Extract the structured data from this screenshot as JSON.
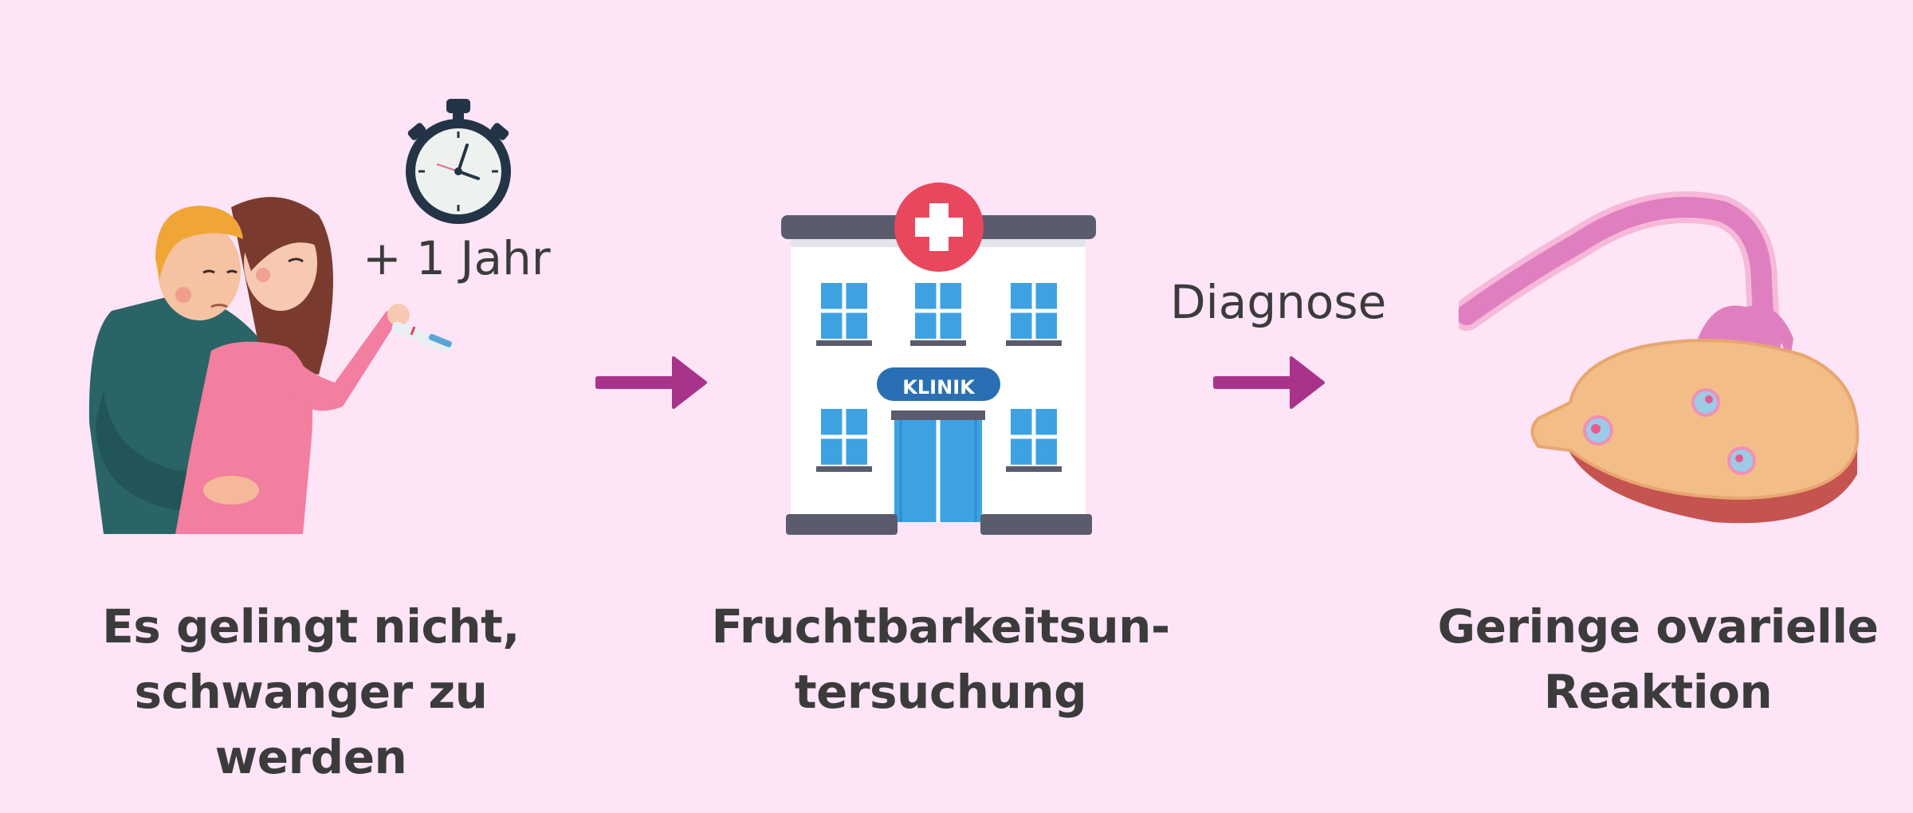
{
  "steps": [
    {
      "title": "Es gelingt nicht,\nschwanger zu werden",
      "note": "+ 1 Jahr"
    },
    {
      "title": "Fruchtbarkeitsun-\ntersuchung",
      "sign": "KLINIK"
    },
    {
      "title": "Geringe ovarielle\nReaktion"
    }
  ],
  "arrows": [
    {
      "label": ""
    },
    {
      "label": "Diagnose"
    }
  ],
  "colors": {
    "background": "#fde4f6",
    "arrow": "#a8338a",
    "text": "#3b3b3b",
    "clinic_blue": "#2a6fb4",
    "cross_red": "#e8475e",
    "ovary": "#f3bd88",
    "tube": "#e07fbf"
  }
}
